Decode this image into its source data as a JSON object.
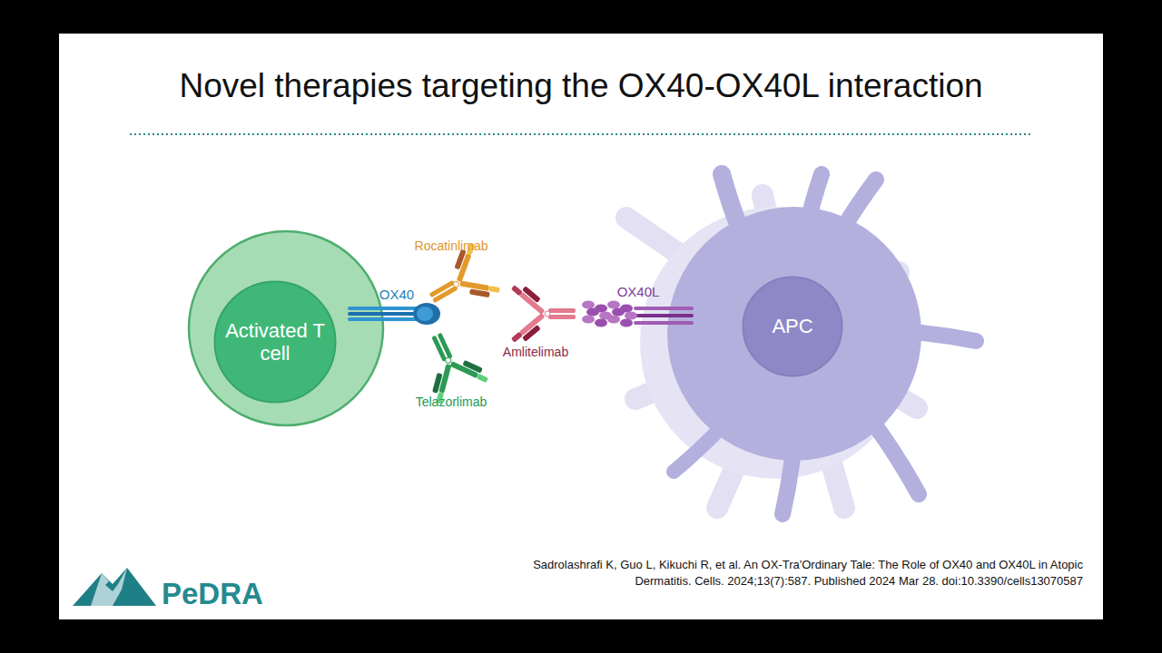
{
  "diagram": {
    "title": "Novel therapies targeting the OX40-OX40L interaction",
    "caption": "Sadrolashrafi K, Guo L, Kikuchi R, et al. An OX-Tra'Ordinary Tale: The Role of OX40 and OX40L in Atopic Dermatitis. Cells. 2024;13(7):587. Published 2024 Mar 28. doi:10.3390/cells13070587",
    "nodes": [
      {
        "text": [
          "Activated T cell"
        ]
      },
      {
        "text": [
          "APC"
        ]
      }
    ],
    "labels": [
      "Rocatinlimab",
      "OX40",
      "OX40L",
      "Amlitelimab",
      "Telazorlimab",
      "PeDRA"
    ]
  }
}
